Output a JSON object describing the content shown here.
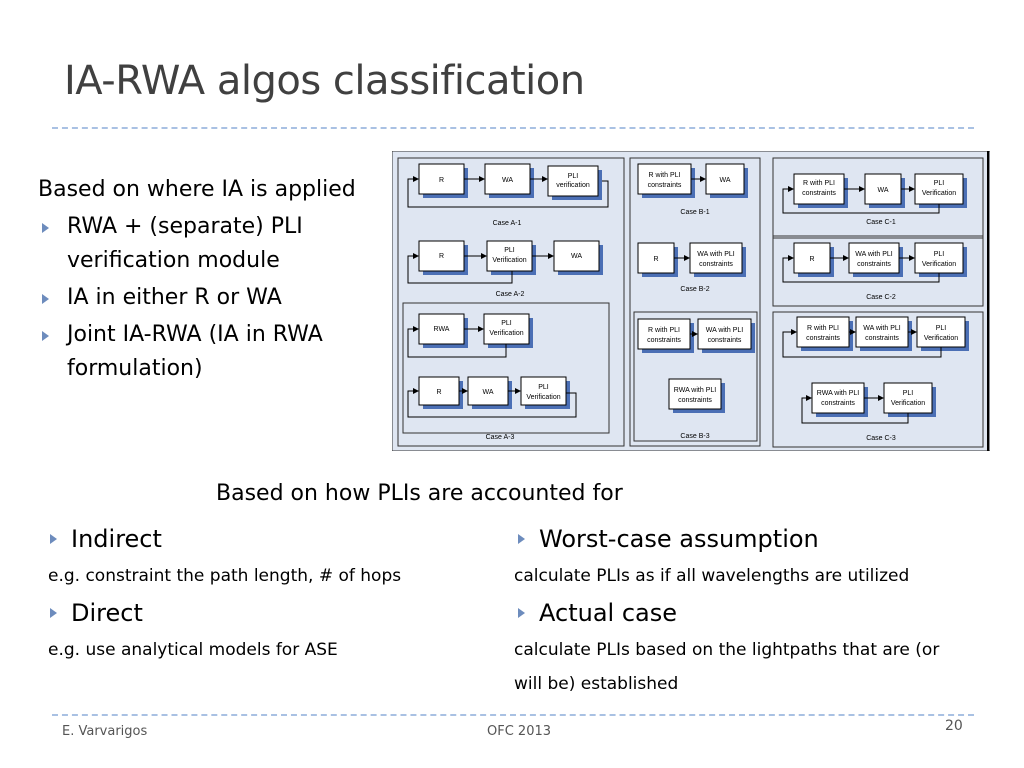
{
  "slide": {
    "title": "IA-RWA algos classification",
    "left": {
      "heading": "Based on where IA is applied",
      "bullets": [
        "RWA + (separate) PLI verification module",
        "IA in either R or WA",
        "Joint IA-RWA (IA in RWA formulation)"
      ]
    },
    "diagram": {
      "labels": {
        "R": "R",
        "WA": "WA",
        "RWA": "RWA",
        "pli1": "PLI",
        "pli_verification_lc": "verification",
        "pli_Verification": "Verification",
        "r_with_pli_1": "R with PLI",
        "r_with_pli_2": "constraints",
        "wa_with_pli_1": "WA with PLI",
        "wa_with_pli_2": "constraints",
        "rwa_with_pli_1": "RWA with PLI",
        "rwa_with_pli_2": "constraints"
      },
      "cases": {
        "a1": "Case A-1",
        "a2": "Case A-2",
        "a3": "Case A-3",
        "b1": "Case B-1",
        "b2": "Case B-2",
        "b3": "Case B-3",
        "c1": "Case C-1",
        "c2": "Case C-2",
        "c3": "Case C-3"
      }
    },
    "section_heading": "Based on how PLIs are accounted for",
    "col_left": {
      "b1": "Indirect",
      "s1": "e.g. constraint the path length, # of hops",
      "b2": "Direct",
      "s2": "e.g. use analytical models for ASE"
    },
    "col_right": {
      "b1": "Worst-case assumption",
      "s1": "calculate PLIs as if all wavelengths are utilized",
      "b2": "Actual case",
      "s2a": "calculate PLIs based on the lightpaths that are (or",
      "s2b": "will be) established"
    },
    "footer": {
      "author": "E. Varvarigos",
      "event": "OFC 2013",
      "page": "20"
    }
  }
}
